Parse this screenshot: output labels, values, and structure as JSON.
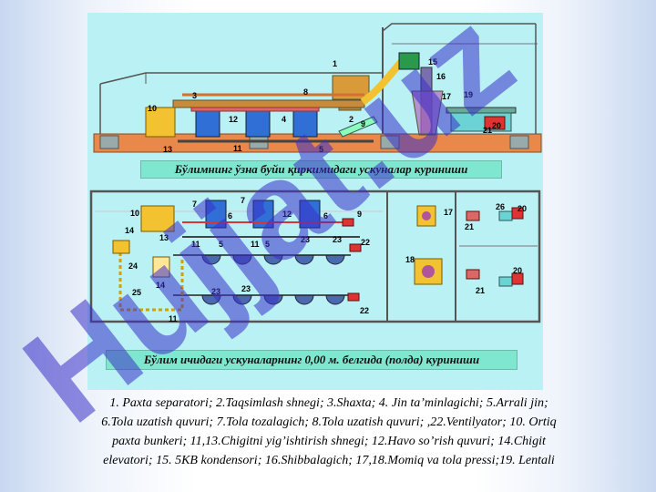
{
  "captions": {
    "elevation": "Бўлимнинг ўзна буйи қиркимидаги ускуналар куриниши",
    "plan": "Бўлим ичидаги ускуналарнинг 0,00 м. белгида (полда) куриниши"
  },
  "elevation_labels": {
    "l1": "1",
    "l2": "2",
    "l3": "3",
    "l4": "4",
    "l5": "5",
    "l8": "8",
    "l9": "9",
    "l10": "10",
    "l11": "11",
    "l12": "12",
    "l13": "13",
    "l15": "15",
    "l16": "16",
    "l17": "17",
    "l19": "19",
    "l20": "20",
    "l21": "21"
  },
  "plan_labels": {
    "p10": "10",
    "p7a": "7",
    "p7b": "7",
    "p6a": "6",
    "p6b": "6",
    "p12": "12",
    "p9": "9",
    "p17": "17",
    "p21a": "21",
    "p26": "26",
    "p20a": "20",
    "p14a": "14",
    "p13": "13",
    "p11a": "11",
    "p5a": "5",
    "p11b": "11",
    "p5b": "5",
    "p23a": "23",
    "p23b": "23",
    "p22a": "22",
    "p24": "24",
    "p18": "18",
    "p20b": "20",
    "p14b": "14",
    "p25": "25",
    "p23c": "23",
    "p23d": "23",
    "p21b": "21",
    "p11c": "11",
    "p22b": "22"
  },
  "legend": {
    "line1": "1. Paxta separatori;  2.Taqsimlash shnegi; 3.Shaxta; 4. Jin ta’minlagichi; 5.Arrali jin;",
    "line2": "6.Tola uzatish quvuri; 7.Tola tozalagich; 8.Tola uzatish quvuri; ,22.Ventilyator; 10. Ortiq",
    "line3": "paxta bunkeri; 11,13.Chigitni yig’ishtirish shnegi; 12.Havo so’rish quvuri; 14.Chigit",
    "line4": "elevatori; 15. 5KB kondensori; 16.Shibbalagich; 17,18.Momiq va tola pressi;19. Lentali"
  },
  "watermark": "Hujjat.uz",
  "colors": {
    "panel": "#b9f1f4",
    "caption": "#7fe6cf",
    "machine_blue": "#2f6fd6",
    "cotton": "#f2c230",
    "floor": "#e8884a"
  }
}
